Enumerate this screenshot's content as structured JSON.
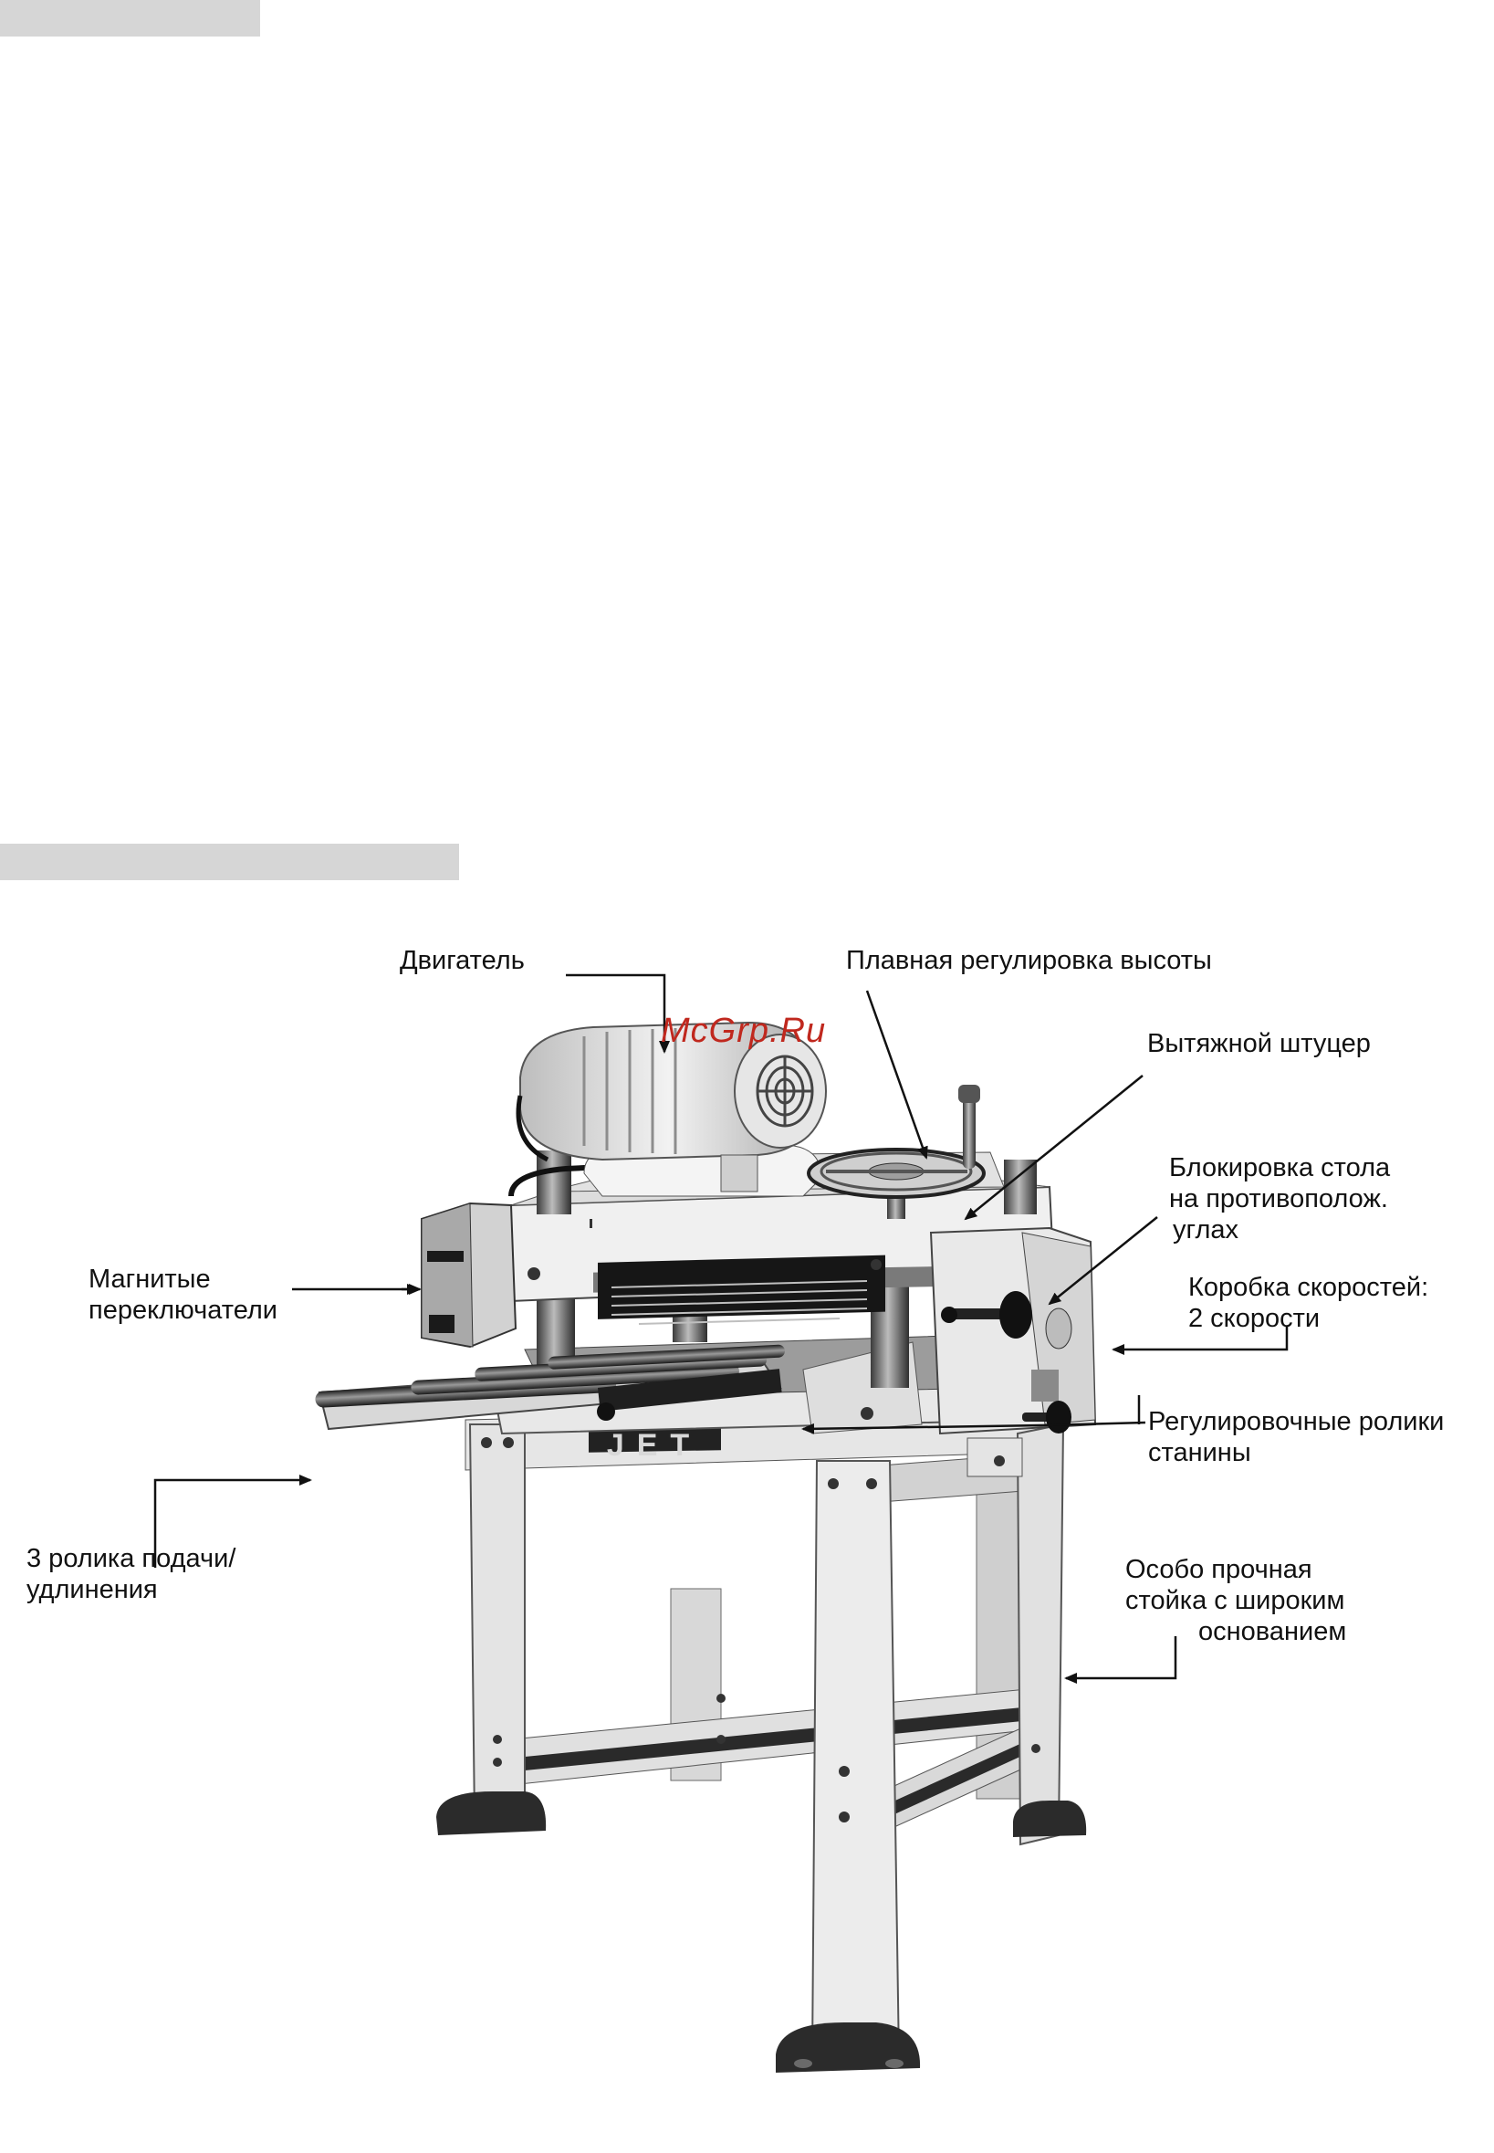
{
  "figure": {
    "labels": {
      "motor": "Двигатель",
      "height_adjust": "Плавная регулировка высоты",
      "dust_port": "Вытяжной штуцер",
      "table_lock": [
        "Блокировка стола",
        "на противополож.",
        "углах"
      ],
      "gearbox": [
        "Коробка скоростей:",
        "2 скорости"
      ],
      "magnetic_switches": [
        "Магнитые",
        "переключатели"
      ],
      "bed_rollers": [
        "Регулировочные ролики",
        "станины"
      ],
      "feed_rollers": [
        "3 ролика подачи/",
        "удлинения"
      ],
      "stand": [
        "Особо прочная",
        "стойка с широким",
        "основанием"
      ]
    },
    "brand_plate": "JET",
    "watermark": "McGrp.Ru"
  }
}
